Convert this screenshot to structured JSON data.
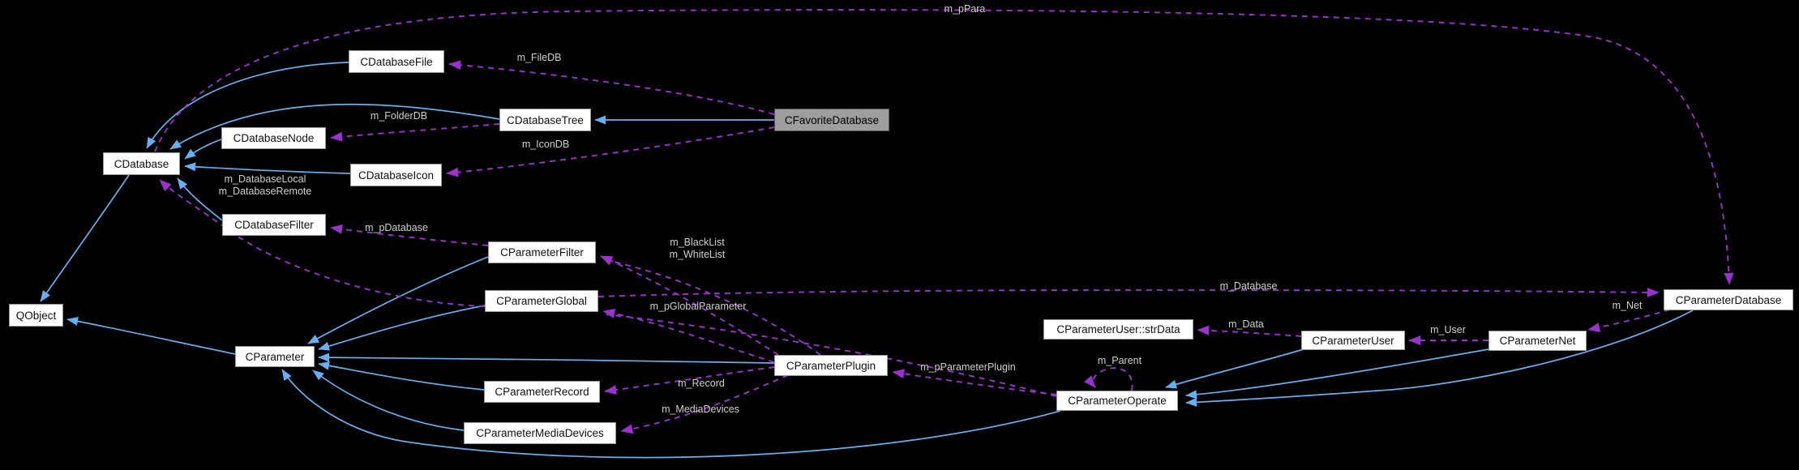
{
  "diagram": {
    "kind": "collaboration-graph",
    "focus_class": "CFavoriteDatabase",
    "colors": {
      "background": "#000000",
      "inheritance_edge": "#66b0f2",
      "usage_edge": "#9a32cd",
      "node_fill": "#ffffff",
      "node_border": "#969696",
      "focus_node_fill": "#9e9e9e",
      "focus_node_border": "#565656",
      "edge_label_text": "#d0d0d0",
      "node_text": "#111111"
    },
    "nodes": [
      {
        "label": "QObject"
      },
      {
        "label": "CDatabase"
      },
      {
        "label": "CDatabaseFile"
      },
      {
        "label": "CDatabaseNode"
      },
      {
        "label": "CDatabaseTree"
      },
      {
        "label": "CFavoriteDatabase"
      },
      {
        "label": "CDatabaseIcon"
      },
      {
        "label": "CDatabaseFilter"
      },
      {
        "label": "CParameterFilter"
      },
      {
        "label": "CParameterGlobal"
      },
      {
        "label": "CParameter"
      },
      {
        "label": "CParameterRecord"
      },
      {
        "label": "CParameterMediaDevices"
      },
      {
        "label": "CParameterPlugin"
      },
      {
        "label": "CParameterUser::strData"
      },
      {
        "label": "CParameterUser"
      },
      {
        "label": "CParameterNet"
      },
      {
        "label": "CParameterDatabase"
      },
      {
        "label": "CParameterOperate"
      }
    ],
    "edge_labels": [
      {
        "text": "m_pPara"
      },
      {
        "text": "m_FileDB"
      },
      {
        "text": "m_FolderDB"
      },
      {
        "text": "m_IconDB"
      },
      {
        "text": "m_pDatabase"
      },
      {
        "lines": [
          "m_DatabaseLocal",
          "m_DatabaseRemote"
        ]
      },
      {
        "lines": [
          "m_BlackList",
          "m_WhiteList"
        ]
      },
      {
        "text": "m_pGlobalParameter"
      },
      {
        "text": "m_Database"
      },
      {
        "text": "m_Record"
      },
      {
        "text": "m_MediaDevices"
      },
      {
        "text": "m_pParameterPlugin"
      },
      {
        "text": "m_Parent"
      },
      {
        "text": "m_Data"
      },
      {
        "text": "m_User"
      },
      {
        "text": "m_Net"
      }
    ]
  }
}
